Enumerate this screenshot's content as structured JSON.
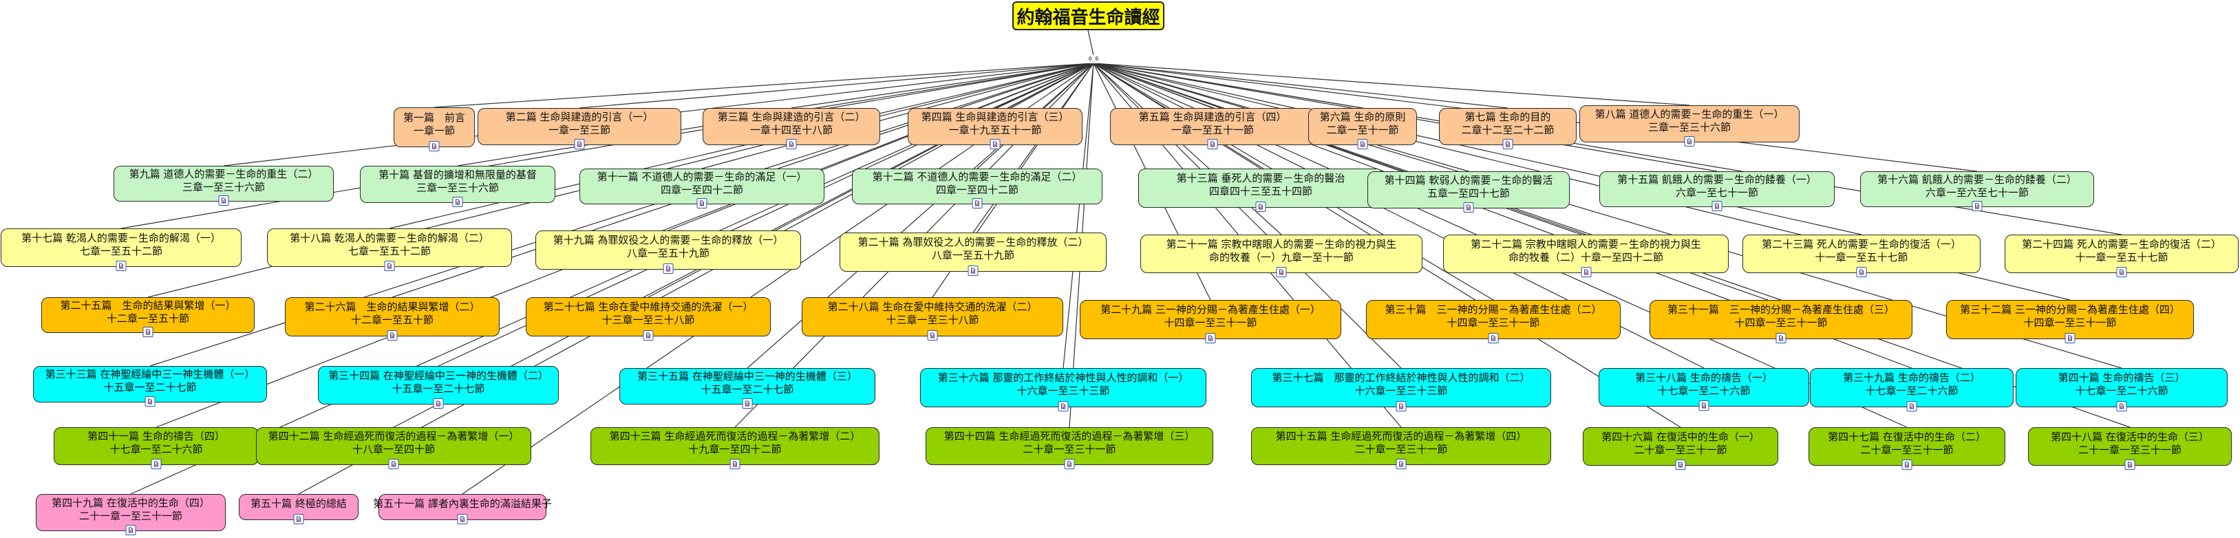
{
  "title": "約翰福音生命讀經",
  "hub_label": "0_0",
  "attachment_icon": "attachment-icon",
  "nodes": [
    {
      "lines": [
        "第一篇　前言",
        "一章一節"
      ],
      "color": "orange"
    },
    {
      "lines": [
        "第二篇 生命與建造的引言（一）",
        "一章一至三節"
      ],
      "color": "orange"
    },
    {
      "lines": [
        "第三篇 生命與建造的引言（二）",
        "一章十四至十八節"
      ],
      "color": "orange"
    },
    {
      "lines": [
        "第四篇 生命與建造的引言（三）",
        "一章十九至五十一節"
      ],
      "color": "orange"
    },
    {
      "lines": [
        "第五篇 生命與建造的引言（四）",
        "一章一至五十一節"
      ],
      "color": "orange"
    },
    {
      "lines": [
        "第六篇 生命的原則",
        "二章一至十一節"
      ],
      "color": "orange"
    },
    {
      "lines": [
        "第七篇 生命的目的",
        "二章十二至二十二節"
      ],
      "color": "orange"
    },
    {
      "lines": [
        "第八篇 道德人的需要－生命的重生（一）",
        "三章一至三十六節"
      ],
      "color": "orange"
    },
    {
      "lines": [
        "第九篇 道德人的需要－生命的重生（二）",
        "三章一至三十六節"
      ],
      "color": "green"
    },
    {
      "lines": [
        "第十篇 基督的擴增和無限量的基督",
        "三章一至三十六節"
      ],
      "color": "green"
    },
    {
      "lines": [
        "第十一篇 不道德人的需要－生命的滿足（一）",
        "四章一至四十二節"
      ],
      "color": "green"
    },
    {
      "lines": [
        "第十二篇 不道德人的需要－生命的滿足（二）",
        "四章一至四十二節"
      ],
      "color": "green"
    },
    {
      "lines": [
        "第十三篇 垂死人的需要－生命的醫治",
        "四章四十三至五十四節"
      ],
      "color": "green"
    },
    {
      "lines": [
        "第十四篇 軟弱人的需要－生命的醫活",
        "五章一至四十七節"
      ],
      "color": "green"
    },
    {
      "lines": [
        "第十五篇 飢餓人的需要－生命的餧養（一）",
        "六章一至七十一節"
      ],
      "color": "green"
    },
    {
      "lines": [
        "第十六篇 飢餓人的需要－生命的餧養（二）",
        "六章一至六至七十一節"
      ],
      "color": "green"
    },
    {
      "lines": [
        "第十七篇 乾渴人的需要－生命的解渴（一）",
        "七章一至五十二節"
      ],
      "color": "yellow"
    },
    {
      "lines": [
        "第十八篇 乾渴人的需要－生命的解渴（二）",
        "七章一至五十二節"
      ],
      "color": "yellow"
    },
    {
      "lines": [
        "第十九篇 為罪奴役之人的需要－生命的釋放（一）",
        "八章一至五十九節"
      ],
      "color": "yellow"
    },
    {
      "lines": [
        "第二十篇 為罪奴役之人的需要－生命的釋放（二）",
        "八章一至五十九節"
      ],
      "color": "yellow"
    },
    {
      "lines": [
        "第二十一篇 宗教中瞎眼人的需要－生命的視力與生",
        "命的牧養（一）九章一至十一節"
      ],
      "color": "yellow"
    },
    {
      "lines": [
        "第二十二篇 宗教中瞎眼人的需要－生命的視力與生",
        "命的牧養（二）十章一至四十二節"
      ],
      "color": "yellow"
    },
    {
      "lines": [
        "第二十三篇 死人的需要－生命的復活（一）",
        "十一章一至五十七節"
      ],
      "color": "yellow"
    },
    {
      "lines": [
        "第二十四篇 死人的需要－生命的復活（二）",
        "十一章一至五十七節"
      ],
      "color": "yellow"
    },
    {
      "lines": [
        "第二十五篇　生命的結果與繁增（一）",
        "十二章一至五十節"
      ],
      "color": "gold"
    },
    {
      "lines": [
        "第二十六篇　生命的結果與繁增（二）",
        "十二章一至五十節"
      ],
      "color": "gold"
    },
    {
      "lines": [
        "第二十七篇 生命在愛中維持交通的洗濯（一）",
        "十三章一至三十八節"
      ],
      "color": "gold"
    },
    {
      "lines": [
        "第二十八篇 生命在愛中維持交通的洗濯（二）",
        "十三章一至三十八節"
      ],
      "color": "gold"
    },
    {
      "lines": [
        "第二十九篇 三一神的分賜－為著產生住處（一）",
        "十四章一至三十一節"
      ],
      "color": "gold"
    },
    {
      "lines": [
        "第三十篇　三一神的分賜－為著產生住處（二）",
        "十四章一至三十一節"
      ],
      "color": "gold"
    },
    {
      "lines": [
        "第三十一篇　三一神的分賜－為著產生住處（三）",
        "十四章一至三十一節"
      ],
      "color": "gold"
    },
    {
      "lines": [
        "第三十二篇 三一神的分賜－為著產生住處（四）",
        "十四章一至三十一節"
      ],
      "color": "gold"
    },
    {
      "lines": [
        "第三十三篇 在神聖經綸中三一神生機體（一）",
        "十五章一至二十七節"
      ],
      "color": "cyan"
    },
    {
      "lines": [
        "第三十四篇 在神聖經綸中三一神的生機體（二）",
        "十五章一至二十七節"
      ],
      "color": "cyan"
    },
    {
      "lines": [
        "第三十五篇 在神聖經綸中三一神的生機體（三）",
        "十五章一至二十七節"
      ],
      "color": "cyan"
    },
    {
      "lines": [
        "第三十六篇 那靈的工作終結於神性與人性的調和（一）",
        "十六章一至三十三節"
      ],
      "color": "cyan"
    },
    {
      "lines": [
        "第三十七篇　那靈的工作終結於神性與人性的調和（二）",
        "十六章一至三十三節"
      ],
      "color": "cyan"
    },
    {
      "lines": [
        "第三十八篇 生命的禱告（一）",
        "十七章一至二十六節"
      ],
      "color": "cyan"
    },
    {
      "lines": [
        "第三十九篇 生命的禱告（二）",
        "十七章一至二十六節"
      ],
      "color": "cyan"
    },
    {
      "lines": [
        "第四十篇 生命的禱告（三）",
        "十七章一至二十六節"
      ],
      "color": "cyan"
    },
    {
      "lines": [
        "第四十一篇 生命的禱告（四）",
        "十七章一至二十六節"
      ],
      "color": "olive"
    },
    {
      "lines": [
        "第四十二篇 生命經過死而復活的過程－為著繁增（一）",
        "十八章一至四十節"
      ],
      "color": "olive"
    },
    {
      "lines": [
        "第四十三篇 生命經過死而復活的過程－為著繁增（二）",
        "十九章一至四十二節"
      ],
      "color": "olive"
    },
    {
      "lines": [
        "第四十四篇 生命經過死而復活的過程－為著繁增（三）",
        "二十章一至三十一節"
      ],
      "color": "olive"
    },
    {
      "lines": [
        "第四十五篇 生命經過死而復活的過程－為著繁增（四）",
        "二十章一至三十一節"
      ],
      "color": "olive"
    },
    {
      "lines": [
        "第四十六篇 在復活中的生命（一）",
        "二十章一至三十一節"
      ],
      "color": "olive"
    },
    {
      "lines": [
        "第四十七篇 在復活中的生命（二）",
        "二十章一至三十一節"
      ],
      "color": "olive"
    },
    {
      "lines": [
        "第四十八篇 在復活中的生命（三）",
        "二十一章一至三十一節"
      ],
      "color": "olive"
    },
    {
      "lines": [
        "第四十九篇 在復活中的生命（四）",
        "二十一章一至三十一節"
      ],
      "color": "pink"
    },
    {
      "lines": [
        "第五十篇 終極的總結"
      ],
      "color": "pink"
    },
    {
      "lines": [
        "第五十一篇 譯者內裏生命的滿溢結果子"
      ],
      "color": "pink"
    }
  ],
  "colors": {
    "orange": "#fcc695",
    "green": "#c5f5c5",
    "yellow": "#ffff99",
    "gold": "#ffc000",
    "cyan": "#00ffff",
    "olive": "#92d000",
    "pink": "#ff99cc",
    "root": "#ffff00"
  }
}
